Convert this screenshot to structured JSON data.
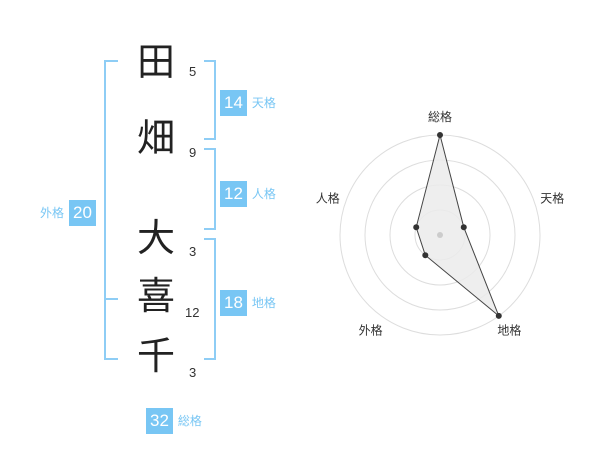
{
  "name_characters": [
    {
      "char": "田",
      "strokes": "5"
    },
    {
      "char": "畑",
      "strokes": "9"
    },
    {
      "char": "大",
      "strokes": "3"
    },
    {
      "char": "喜",
      "strokes": "12"
    },
    {
      "char": "千",
      "strokes": "3"
    }
  ],
  "scores": {
    "tenkaku": {
      "label": "天格",
      "value": "14"
    },
    "jinkaku": {
      "label": "人格",
      "value": "12"
    },
    "chikaku": {
      "label": "地格",
      "value": "18"
    },
    "gaikaku": {
      "label": "外格",
      "value": "20"
    },
    "soukaku": {
      "label": "総格",
      "value": "32"
    }
  },
  "radar": {
    "axes": [
      {
        "label": "総格",
        "value": 4
      },
      {
        "label": "天格",
        "value": 1
      },
      {
        "label": "地格",
        "value": 4
      },
      {
        "label": "外格",
        "value": 1
      },
      {
        "label": "人格",
        "value": 1
      }
    ],
    "max": 4,
    "levels": 4,
    "colors": {
      "grid": "#dddddd",
      "fill": "#ebebeb",
      "stroke": "#444444",
      "point": "#333333",
      "center": "#cccccc"
    }
  }
}
